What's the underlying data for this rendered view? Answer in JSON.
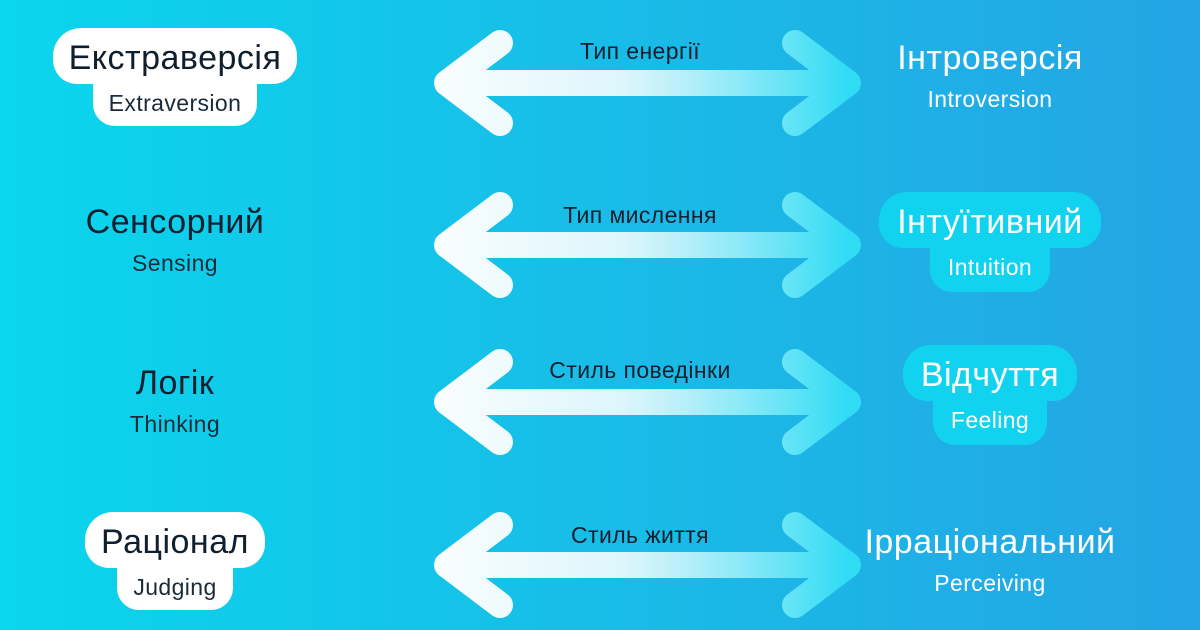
{
  "rows": [
    {
      "left": {
        "title": "Екстраверсія",
        "sub": "Extraversion"
      },
      "middle": "Тип енергії",
      "right": {
        "title": "Інтроверсія",
        "sub": "Introversion"
      }
    },
    {
      "left": {
        "title": "Сенсорний",
        "sub": "Sensing"
      },
      "middle": "Тип мислення",
      "right": {
        "title": "Інтуїтивний",
        "sub": "Intuition"
      }
    },
    {
      "left": {
        "title": "Логік",
        "sub": "Thinking"
      },
      "middle": "Стиль поведінки",
      "right": {
        "title": "Відчуття",
        "sub": "Feeling"
      }
    },
    {
      "left": {
        "title": "Раціонал",
        "sub": "Judging"
      },
      "middle": "Стиль життя",
      "right": {
        "title": "Ірраціональний",
        "sub": "Perceiving"
      }
    }
  ],
  "colors": {
    "background_start": "#0ad6ec",
    "background_end": "#24a5e4",
    "highlight_white": "#ffffff",
    "highlight_cyan": "#12d3ef",
    "dark_text": "#0f1f2e"
  },
  "icon_names": [
    "double-arrow-icon"
  ]
}
